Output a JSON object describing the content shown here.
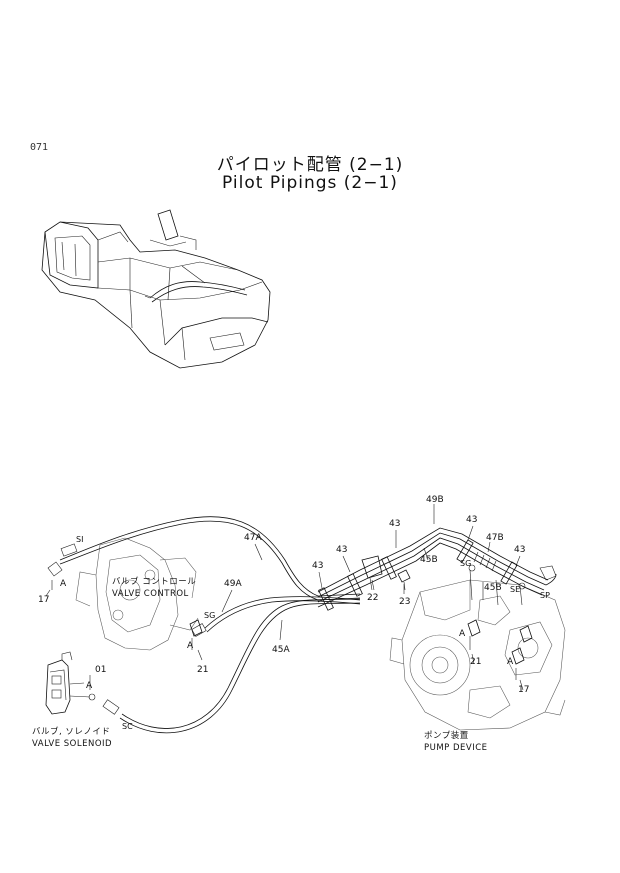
{
  "page": {
    "number": "071",
    "title_jp": "パイロット配管 (2−1)",
    "title_en": "Pilot Pipings (2−1)"
  },
  "colors": {
    "line": "#111111",
    "background": "#ffffff"
  },
  "part_labels": {
    "p49B": "49B",
    "p47A": "47A",
    "p49A": "49A",
    "p45A": "45A",
    "p45B": "45B",
    "p47B": "47B",
    "p43a": "43",
    "p43b": "43",
    "p43c": "43",
    "p43d": "43",
    "p43e": "43",
    "p22": "22",
    "p23": "23",
    "p21a": "21",
    "p21b": "21",
    "p17a": "17",
    "p17b": "17",
    "p01": "01"
  },
  "port_labels": {
    "SI": "SI",
    "SG": "SG",
    "SE": "SE",
    "SC": "SC",
    "SG2": "SG",
    "SP": "SP"
  },
  "detail_marks": {
    "A1": "A",
    "A2": "A",
    "A3": "A",
    "A4": "A",
    "A5": "A"
  },
  "captions": {
    "valve_control_jp": "バルブ コントロール",
    "valve_control_en": "VALVE CONTROL",
    "valve_solenoid_jp": "バルブ, ソレノイド",
    "valve_solenoid_en": "VALVE SOLENOID",
    "pump_device_jp": "ポンプ装置",
    "pump_device_en": "PUMP DEVICE"
  }
}
